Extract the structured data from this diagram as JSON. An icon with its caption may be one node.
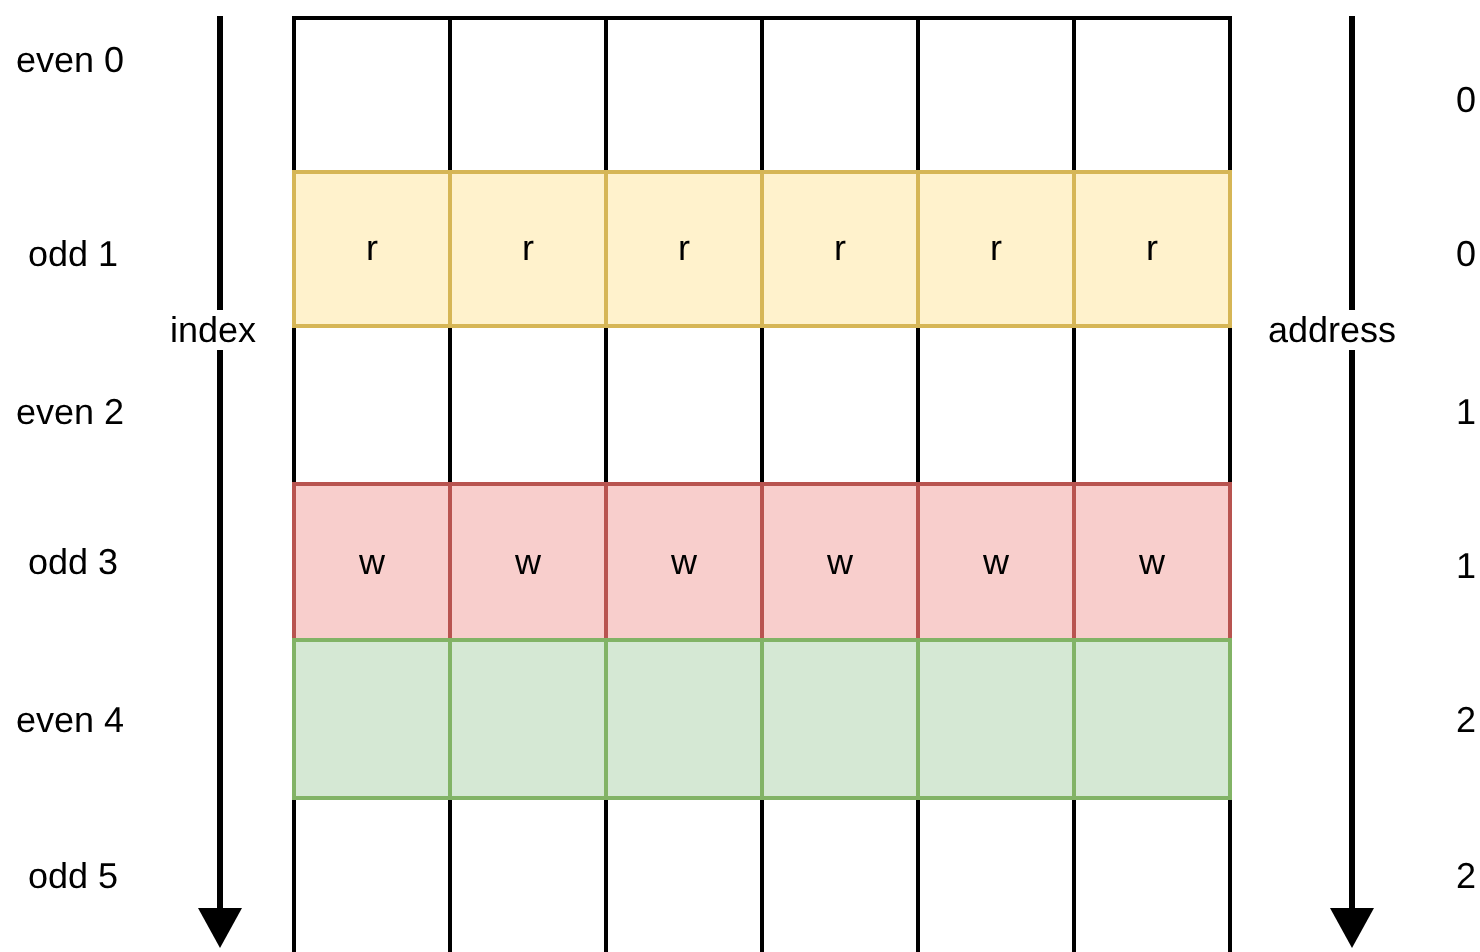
{
  "diagram": {
    "labels": [
      "even 0",
      "0",
      "odd 1",
      "r",
      "r",
      "r",
      "r",
      "r",
      "r",
      "0",
      "index",
      "address",
      "even 2",
      "1",
      "odd 3",
      "w",
      "w",
      "w",
      "w",
      "w",
      "w",
      "1",
      "even 4",
      "2",
      "odd 5",
      "2"
    ]
  }
}
